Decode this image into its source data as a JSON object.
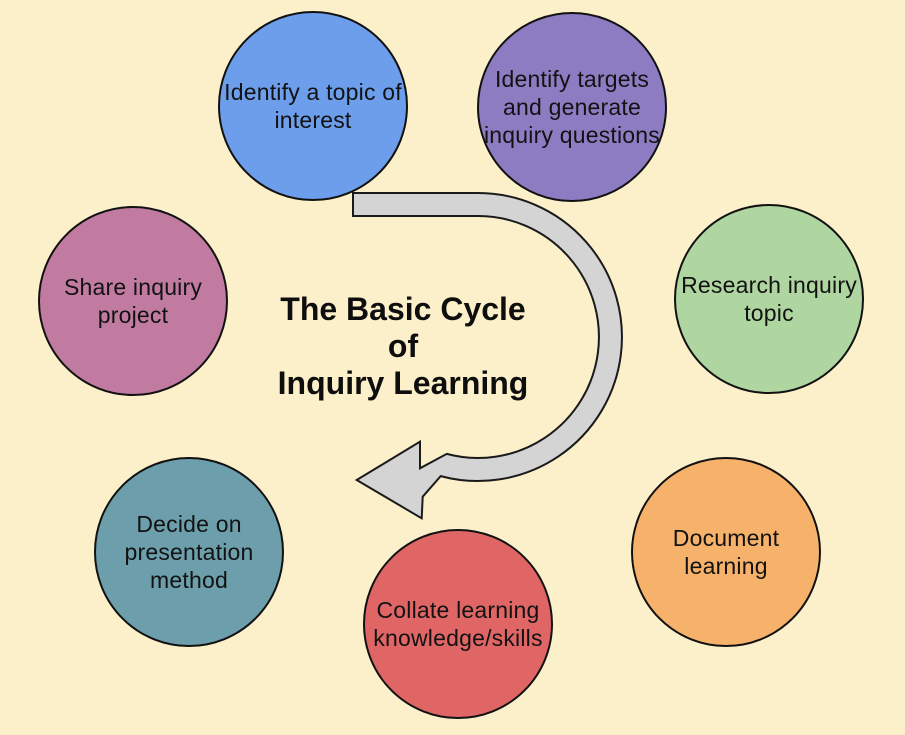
{
  "colors": {
    "background": "#FCF0CA",
    "arrow_fill": "#D4D4D4",
    "arrow_outline": "#1A1A1A"
  },
  "title": "The Basic Cycle\nof\nInquiry Learning",
  "nodes": [
    {
      "id": "identify-topic",
      "label": "Identify a topic of\ninterest",
      "color": "#6D9EEB"
    },
    {
      "id": "identify-targets",
      "label": "Identify targets\nand generate\ninquiry questions",
      "color": "#8E7CC3"
    },
    {
      "id": "research-topic",
      "label": "Research inquiry\ntopic",
      "color": "#AFD5A1"
    },
    {
      "id": "document-learning",
      "label": "Document\nlearning",
      "color": "#F6B26B"
    },
    {
      "id": "collate-learning",
      "label": "Collate learning\nknowledge/skills",
      "color": "#E06666"
    },
    {
      "id": "decide-presentation",
      "label": "Decide on\npresentation\nmethod",
      "color": "#6C9FAB"
    },
    {
      "id": "share-project",
      "label": "Share inquiry\nproject",
      "color": "#C27BA0"
    }
  ]
}
